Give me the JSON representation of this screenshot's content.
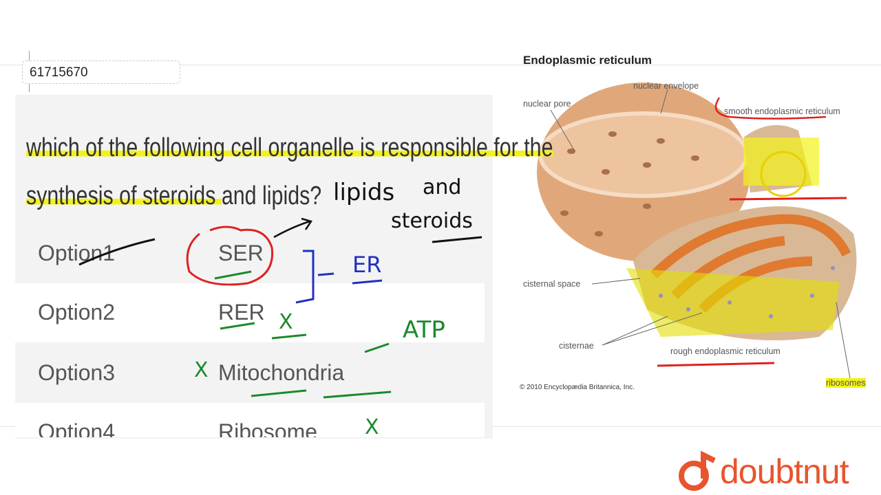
{
  "question_id": "61715670",
  "question": {
    "part1": "which of the following cell organelle is responsible for the",
    "part2_hl": "synthesis of steroids ",
    "part2": "and lipids?"
  },
  "options": [
    {
      "label": "Option1",
      "value": "SER"
    },
    {
      "label": "Option2",
      "value": "RER"
    },
    {
      "label": "Option3",
      "value": "Mitochondria"
    },
    {
      "label": "Option4",
      "value": "Ribosome"
    }
  ],
  "annotations": {
    "lipids": "lipids",
    "and": "and",
    "steroids": "steroids",
    "er": "ER",
    "arrow": "→",
    "atp": "ATP",
    "cross": "X"
  },
  "diagram": {
    "title": "Endoplasmic reticulum",
    "labels": {
      "nuclear_envelope": "nuclear envelope",
      "nuclear_pore": "nuclear pore",
      "ser": "smooth endoplasmic reticulum",
      "cisternal_space": "cisternal space",
      "cisternae": "cisternae",
      "rer": "rough endoplasmic reticulum",
      "ribosomes": "ribosomes"
    },
    "copyright": "© 2010 Encyclopædia Britannica, Inc."
  },
  "brand": {
    "name": "doubtnut",
    "color": "#e8542d"
  }
}
